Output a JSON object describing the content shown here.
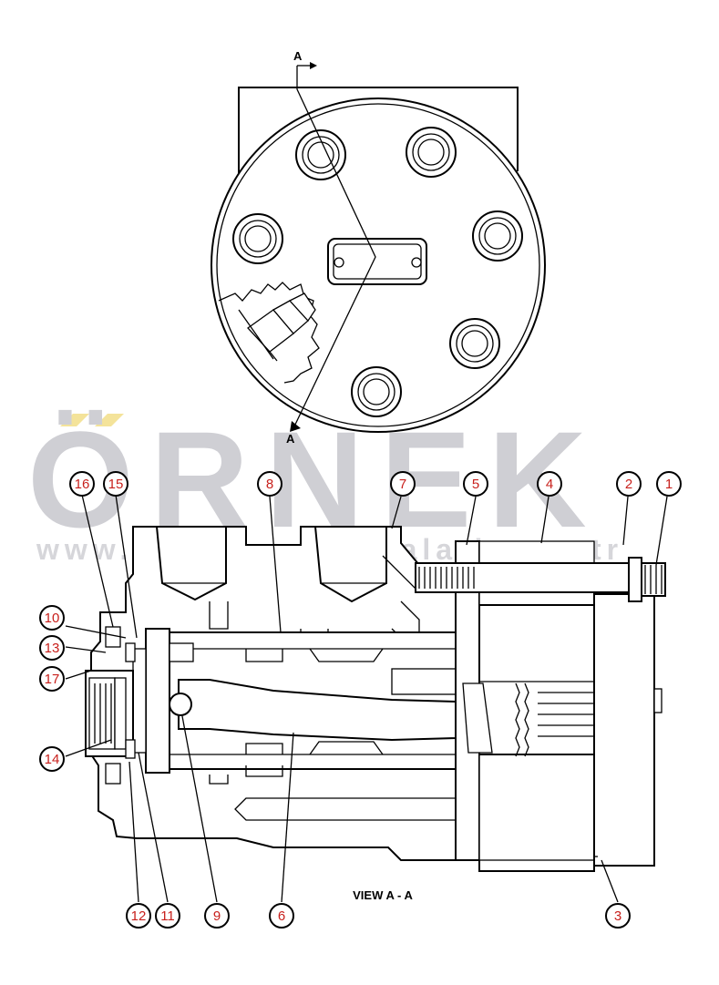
{
  "watermark": {
    "brand": "ÖRNEK",
    "url": "www.orneki smakinalari.com.tr",
    "accent_color": "#f4e39a",
    "text_color": "#cfcfd4"
  },
  "top_view": {
    "section_mark_top": "A",
    "section_mark_bottom": "A"
  },
  "section_view": {
    "caption": "VIEW A - A"
  },
  "callouts": [
    {
      "id": "16",
      "label": "16"
    },
    {
      "id": "15",
      "label": "15"
    },
    {
      "id": "8",
      "label": "8"
    },
    {
      "id": "7",
      "label": "7"
    },
    {
      "id": "5",
      "label": "5"
    },
    {
      "id": "4",
      "label": "4"
    },
    {
      "id": "2",
      "label": "2"
    },
    {
      "id": "1",
      "label": "1"
    },
    {
      "id": "10",
      "label": "10"
    },
    {
      "id": "13",
      "label": "13"
    },
    {
      "id": "17",
      "label": "17"
    },
    {
      "id": "14",
      "label": "14"
    },
    {
      "id": "12",
      "label": "12"
    },
    {
      "id": "11",
      "label": "11"
    },
    {
      "id": "9",
      "label": "9"
    },
    {
      "id": "6",
      "label": "6"
    },
    {
      "id": "3",
      "label": "3"
    }
  ],
  "colors": {
    "callout_text": "#c8201c",
    "line": "#000000"
  }
}
